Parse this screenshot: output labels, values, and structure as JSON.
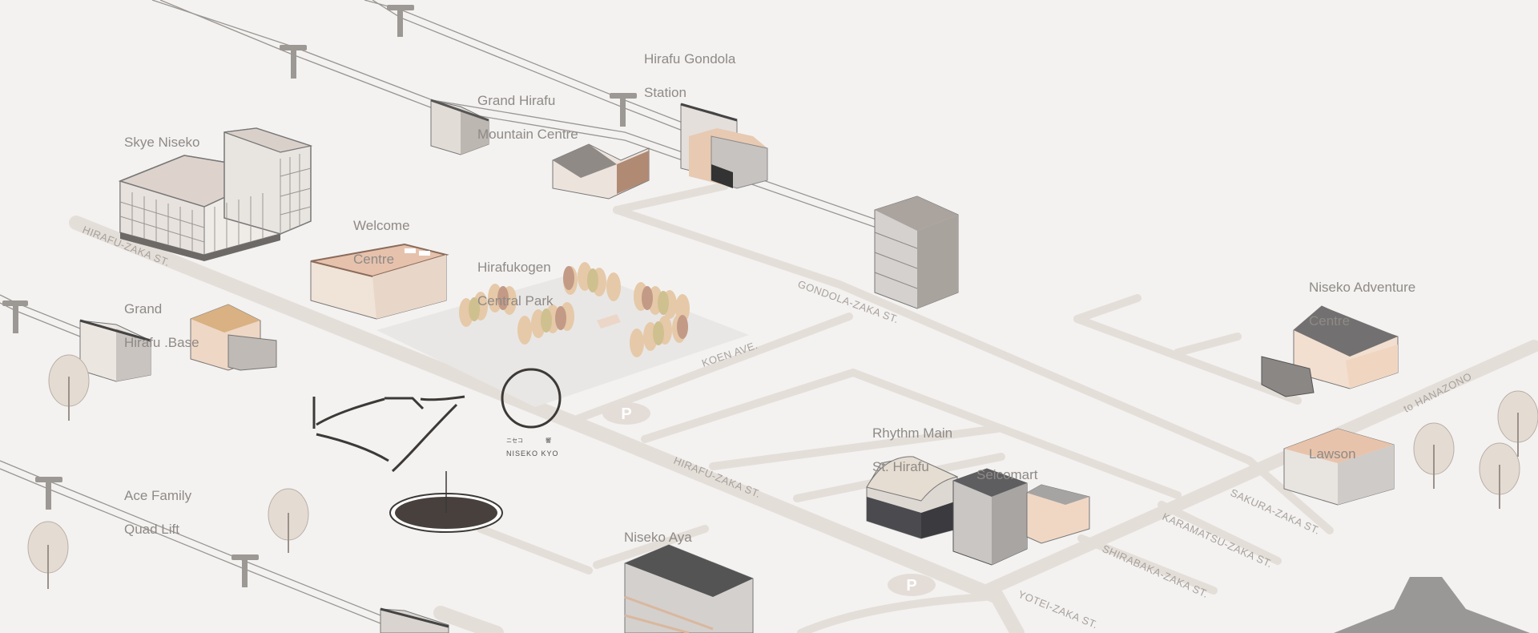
{
  "map": {
    "landmarks": {
      "hirafu_gondola_station": [
        "Hirafu Gondola",
        "Station"
      ],
      "grand_hirafu_mountain_centre": [
        "Grand Hirafu",
        "Mountain Centre"
      ],
      "skye_niseko": [
        "Skye Niseko"
      ],
      "welcome_centre": [
        "Welcome",
        "Centre"
      ],
      "hirafukogen_central_park": [
        "Hirafukogen",
        "Central Park"
      ],
      "grand_hirafu_base": [
        "Grand",
        "Hirafu .Base"
      ],
      "niseko_adventure_centre": [
        "Niseko Adventure",
        "Centre"
      ],
      "rhythm_main": [
        "Rhythm Main",
        "St. Hirafu"
      ],
      "seicomart": [
        "Seicomart"
      ],
      "lawson": [
        "Lawson"
      ],
      "ace_family_quad_lift": [
        "Ace Family",
        "Quad Lift"
      ],
      "niseko_aya": [
        "Niseko Aya"
      ]
    },
    "streets": {
      "hirafu_zaka_upper": "HIRAFU-ZAKA ST.",
      "hirafu_zaka_lower": "HIRAFU-ZAKA ST.",
      "gondola_zaka": "GONDOLA-ZAKA ST.",
      "koen_ave": "KOEN AVE.",
      "sakura_zaka": "SAKURA-ZAKA ST.",
      "karamatsu_zaka": "KARAMATSU-ZAKA ST.",
      "shirabaka_zaka": "SHIRABAKA-ZAKA ST.",
      "yotei_zaka": "YOTEI-ZAKA ST.",
      "to_hanazono": "to HANAZONO"
    },
    "parking_label": "P",
    "logo": {
      "jp_text": "ニセコ　　　　響",
      "en_text": "NISEKO KYO"
    }
  }
}
